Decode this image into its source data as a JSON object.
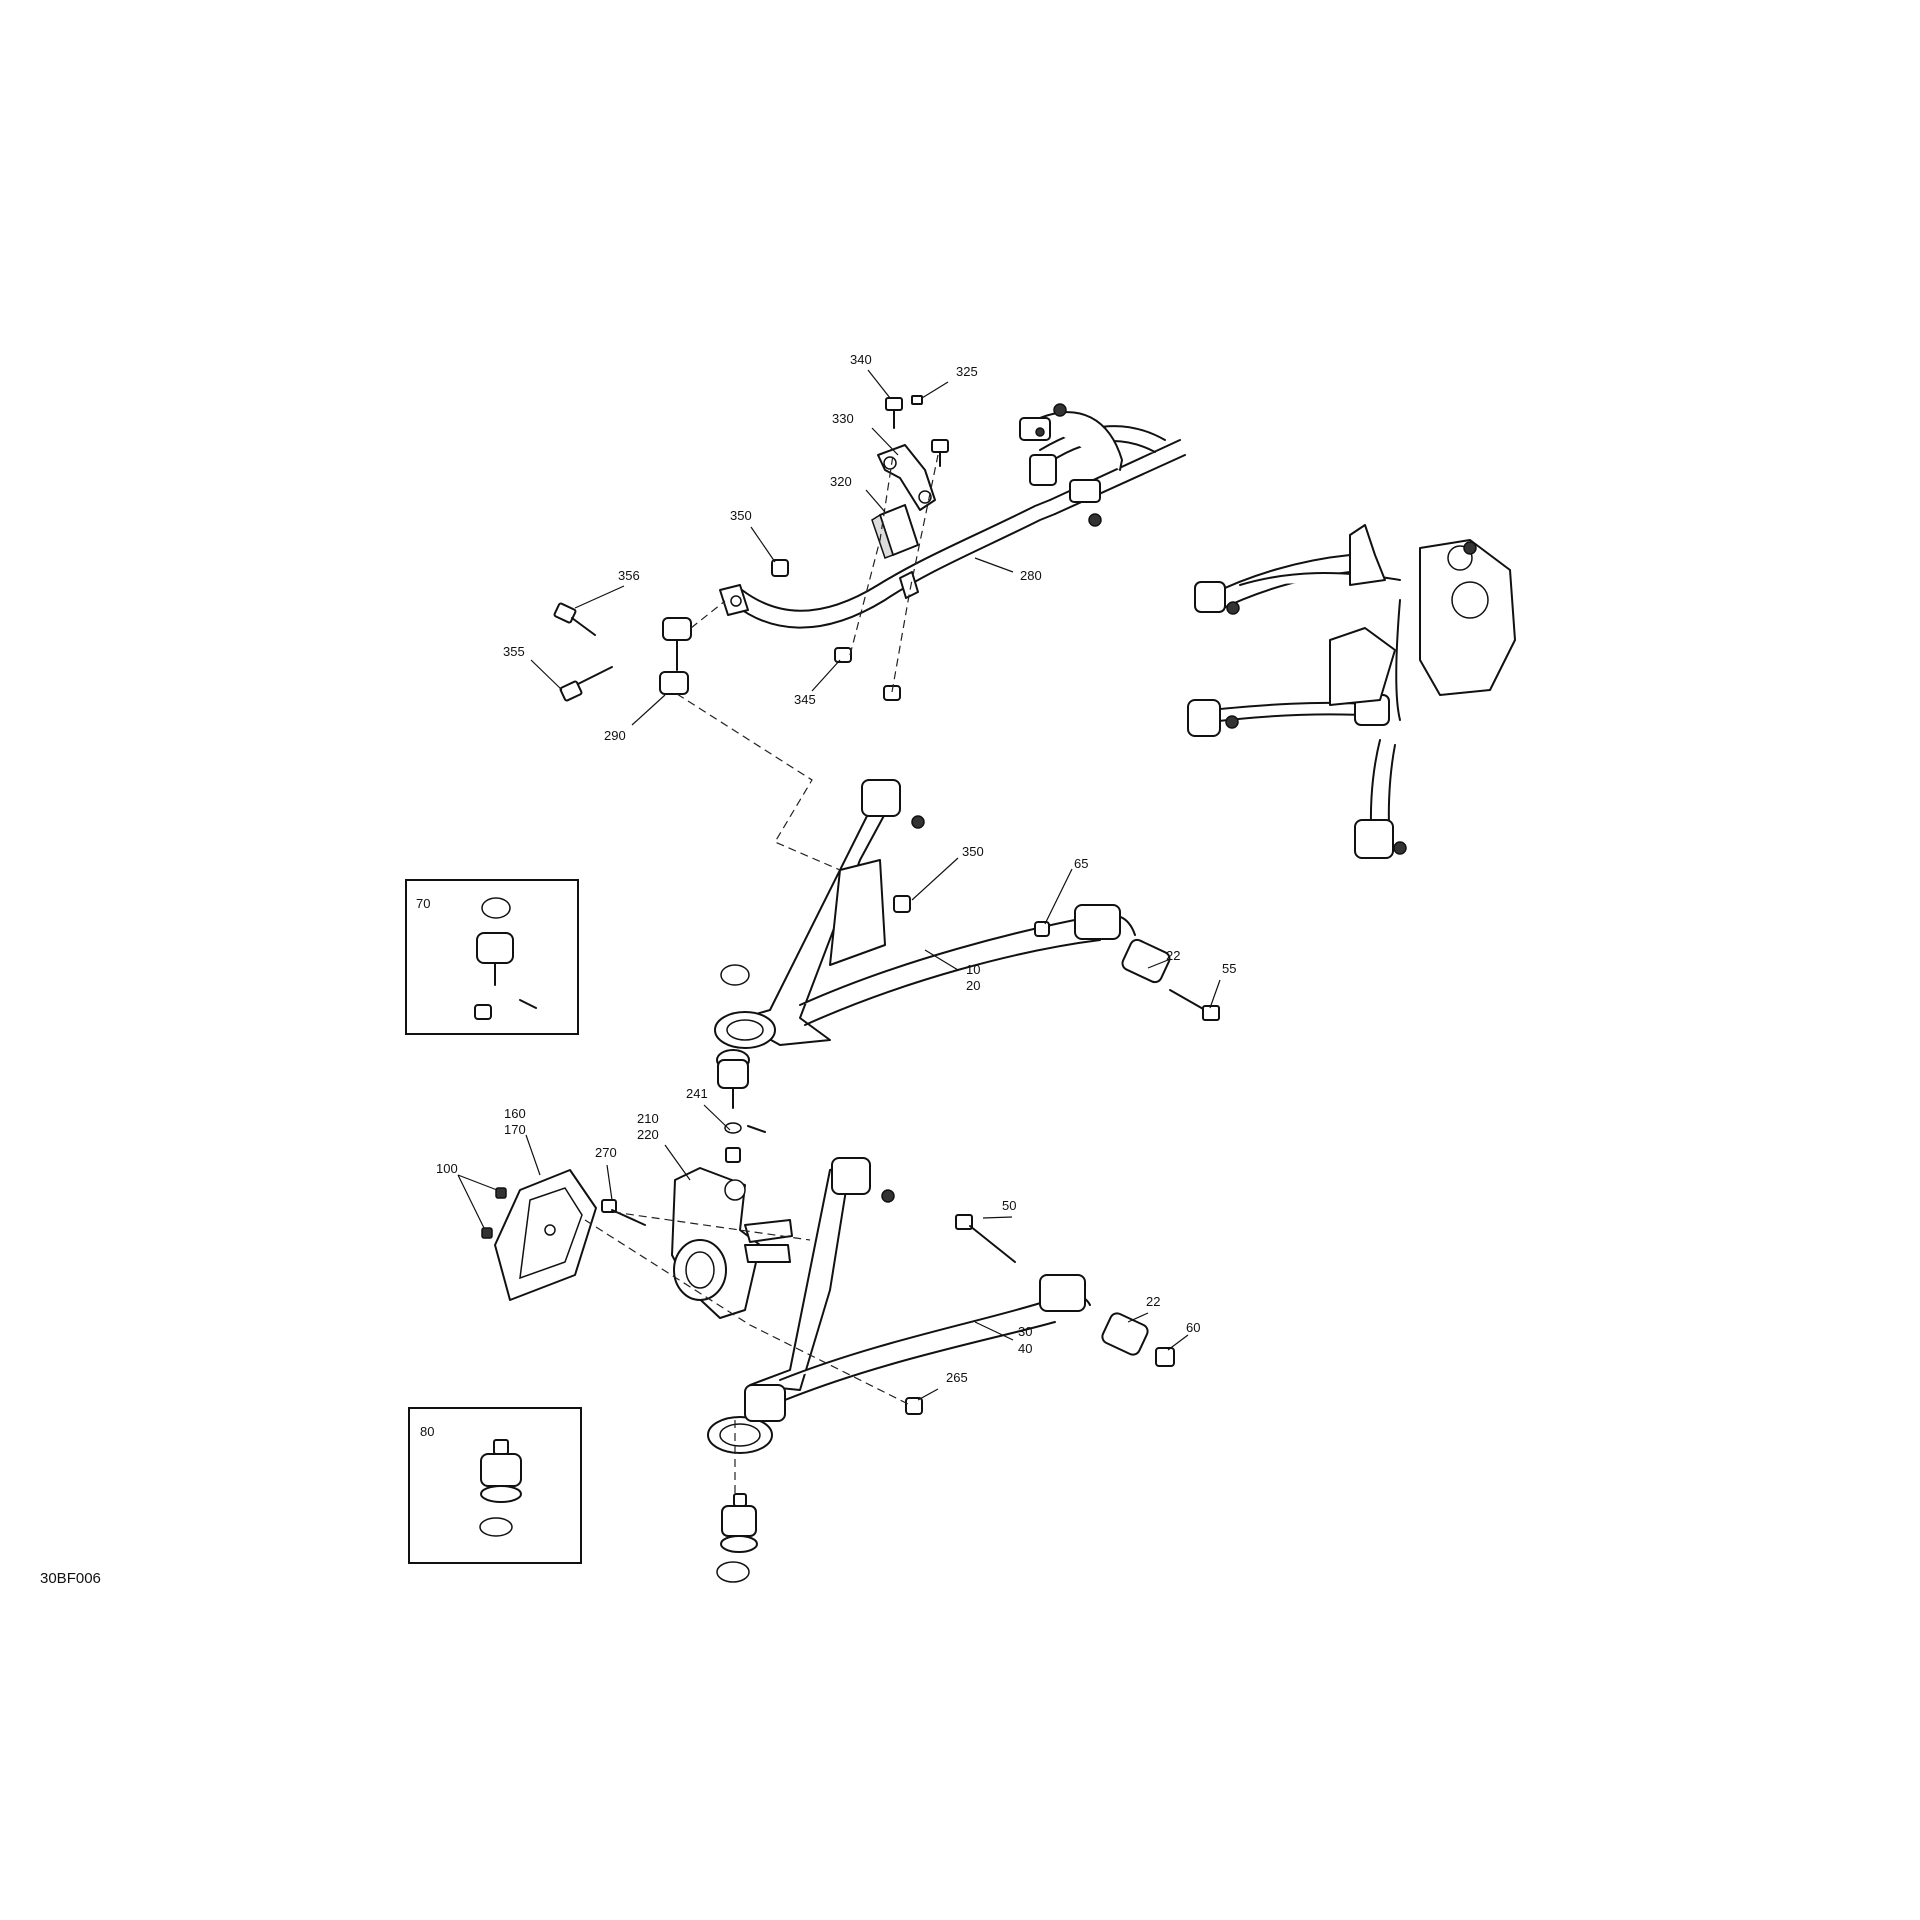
{
  "document_code": "30BF006",
  "callouts": {
    "c340": "340",
    "c325": "325",
    "c330": "330",
    "c320": "320",
    "c350_top": "350",
    "c356": "356",
    "c280": "280",
    "c355": "355",
    "c345": "345",
    "c290": "290",
    "c350_mid": "350",
    "c65": "65",
    "c70": "70",
    "c22_upper": "22",
    "c55": "55",
    "c10": "10",
    "c20": "20",
    "c241": "241",
    "c160": "160",
    "c170": "170",
    "c210": "210",
    "c220": "220",
    "c270": "270",
    "c100": "100",
    "c50": "50",
    "c22_lower": "22",
    "c60": "60",
    "c30": "30",
    "c40": "40",
    "c265": "265",
    "c80": "80"
  }
}
